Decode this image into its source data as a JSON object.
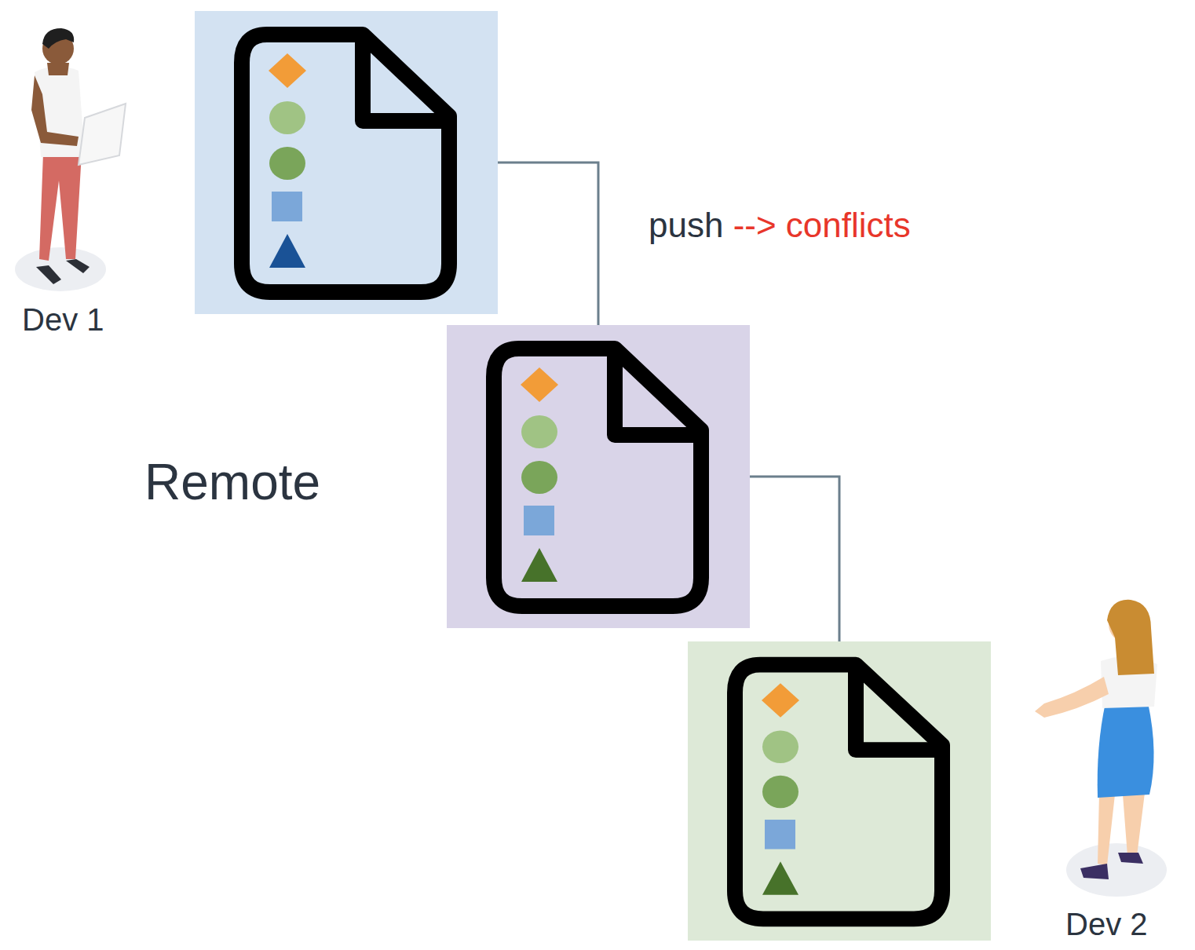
{
  "diagram": {
    "nodes": [
      {
        "text": [
          "Dev 1"
        ]
      },
      {
        "text": [
          "Remote"
        ]
      },
      {
        "text": [
          "Dev 2"
        ]
      }
    ],
    "edges": [
      {
        "from": 0,
        "to": 1,
        "arrow": "none",
        "label": "push --> conflicts"
      },
      {
        "from": 1,
        "to": 2,
        "arrow": "none"
      }
    ]
  }
}
